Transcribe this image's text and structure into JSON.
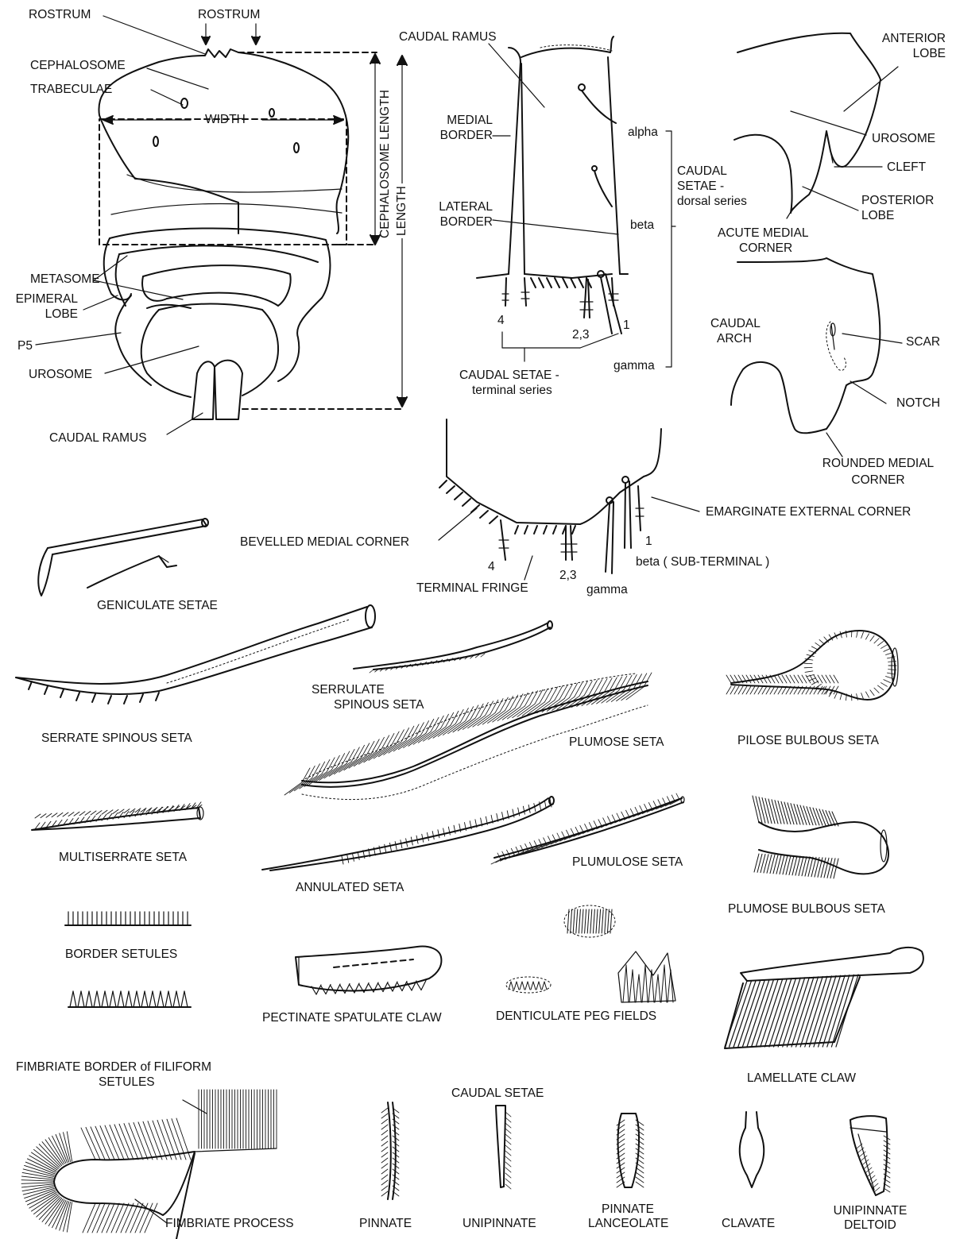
{
  "labels": {
    "rostrum_left": "ROSTRUM",
    "rostrum_top": "ROSTRUM",
    "cephalosome": "CEPHALOSOME",
    "trabeculae": "TRABECULAE",
    "width": "WIDTH",
    "cephalosome_length": "CEPHALOSOME LENGTH",
    "length": "LENGTH",
    "metasome": "METASOME",
    "epimeral_lobe_1": "EPIMERAL",
    "epimeral_lobe_2": "LOBE",
    "p5": "P5",
    "urosome_left": "UROSOME",
    "caudal_ramus_left": "CAUDAL RAMUS",
    "caudal_ramus_top": "CAUDAL RAMUS",
    "medial_border_1": "MEDIAL",
    "medial_border_2": "BORDER",
    "lateral_border_1": "LATERAL",
    "lateral_border_2": "BORDER",
    "alpha": "alpha",
    "beta": "beta",
    "gamma": "gamma",
    "caudal_setae_dorsal_1": "CAUDAL",
    "caudal_setae_dorsal_2": "SETAE -",
    "caudal_setae_dorsal_3": "dorsal series",
    "num_4": "4",
    "num_23": "2,3",
    "num_1": "1",
    "caudal_setae_terminal_1": "CAUDAL SETAE -",
    "caudal_setae_terminal_2": "terminal series",
    "anterior_lobe_1": "ANTERIOR",
    "anterior_lobe_2": "LOBE",
    "urosome_right": "UROSOME",
    "cleft": "CLEFT",
    "posterior_lobe_1": "POSTERIOR",
    "posterior_lobe_2": "LOBE",
    "acute_medial_corner_1": "ACUTE MEDIAL",
    "acute_medial_corner_2": "CORNER",
    "caudal_arch_1": "CAUDAL",
    "caudal_arch_2": "ARCH",
    "scar": "SCAR",
    "notch": "NOTCH",
    "rounded_medial_corner_1": "ROUNDED MEDIAL",
    "rounded_medial_corner_2": "CORNER",
    "emarginate_external_corner": "EMARGINATE  EXTERNAL CORNER",
    "bevelled_medial_corner": "BEVELLED  MEDIAL CORNER",
    "num_4b": "4",
    "num_23b": "2,3",
    "num_1b": "1",
    "terminal_fringe": "TERMINAL FRINGE",
    "gamma_b": "gamma",
    "beta_subterminal": "beta ( SUB-TERMINAL )",
    "geniculate_setae": "GENICULATE SETAE",
    "serrulate_spinous_seta_1": "SERRULATE",
    "serrulate_spinous_seta_2": "SPINOUS SETA",
    "serrate_spinous_seta": "SERRATE SPINOUS SETA",
    "plumose_seta": "PLUMOSE SETA",
    "pilose_bulbous_seta": "PILOSE BULBOUS SETA",
    "multiserrate_seta": "MULTISERRATE SETA",
    "annulated_seta": "ANNULATED SETA",
    "plumulose_seta": "PLUMULOSE SETA",
    "plumose_bulbous_seta": "PLUMOSE BULBOUS SETA",
    "border_setules": "BORDER SETULES",
    "pectinate_spatulate_claw": "PECTINATE SPATULATE CLAW",
    "denticulate_peg_fields": "DENTICULATE PEG FIELDS",
    "lamellate_claw": "LAMELLATE CLAW",
    "fimbriate_border_1": "FIMBRIATE BORDER of FILIFORM",
    "fimbriate_border_2": "SETULES",
    "caudal_setae_bottom": "CAUDAL SETAE",
    "fimbriate_process": "FIMBRIATE PROCESS",
    "pinnate": "PINNATE",
    "unipinnate": "UNIPINNATE",
    "pinnate_lanceolate_1": "PINNATE",
    "pinnate_lanceolate_2": "LANCEOLATE",
    "clavate": "CLAVATE",
    "unipinnate_deltoid_1": "UNIPINNATE",
    "unipinnate_deltoid_2": "DELTOID"
  }
}
